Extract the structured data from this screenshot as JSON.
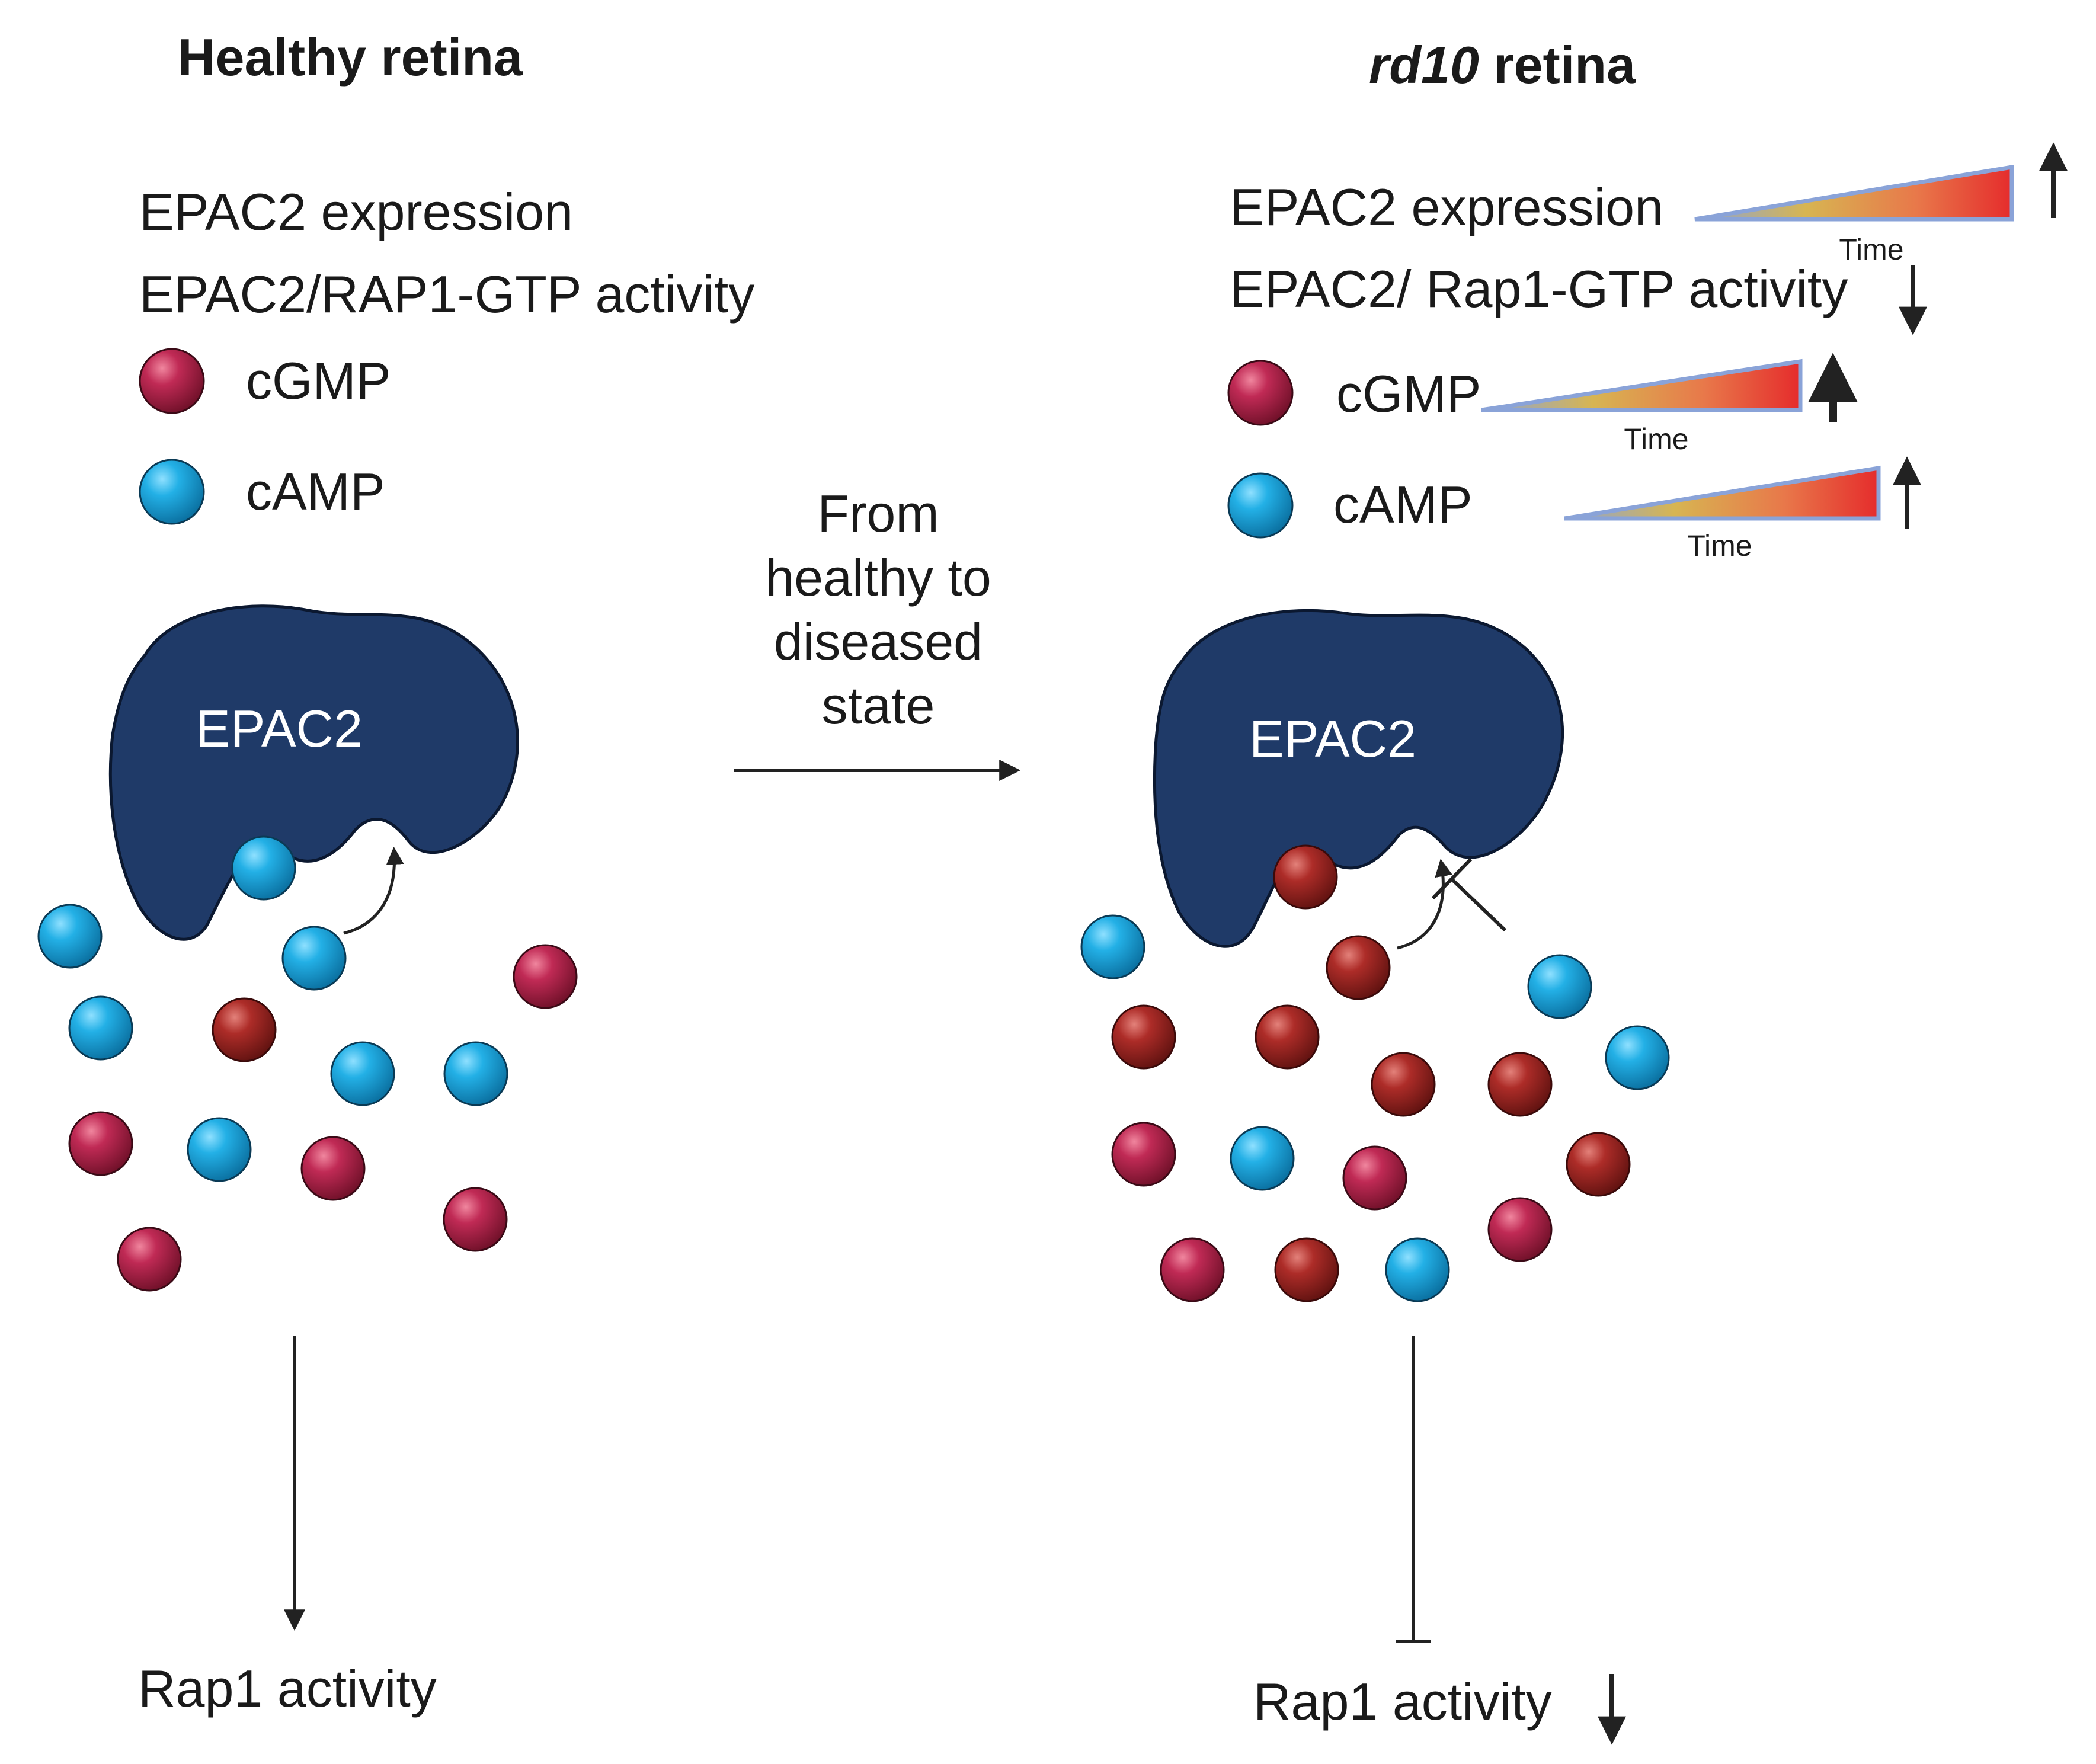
{
  "left": {
    "title": "Healthy retina",
    "expression": "EPAC2 expression",
    "activity": "EPAC2/RAP1-GTP activity",
    "cgmp": "cGMP",
    "camp": "cAMP",
    "protein": "EPAC2",
    "output": "Rap1 activity"
  },
  "right": {
    "title_italic": "rd10",
    "title_rest": " retina",
    "expression": "EPAC2 expression",
    "activity": "EPAC2/ Rap1-GTP activity",
    "cgmp": "cGMP",
    "camp": "cAMP",
    "time_label": "Time",
    "protein": "EPAC2",
    "output": "Rap1 activity"
  },
  "transition": {
    "line1": "From",
    "line2": "healthy to",
    "line3": "diseased",
    "line4": "state"
  },
  "colors": {
    "epac": "#1f3a68",
    "camp": "#1aa3dc",
    "cgmp": "#b3244a",
    "cgmp_dark": "#a62a28",
    "arrow": "#222222"
  }
}
